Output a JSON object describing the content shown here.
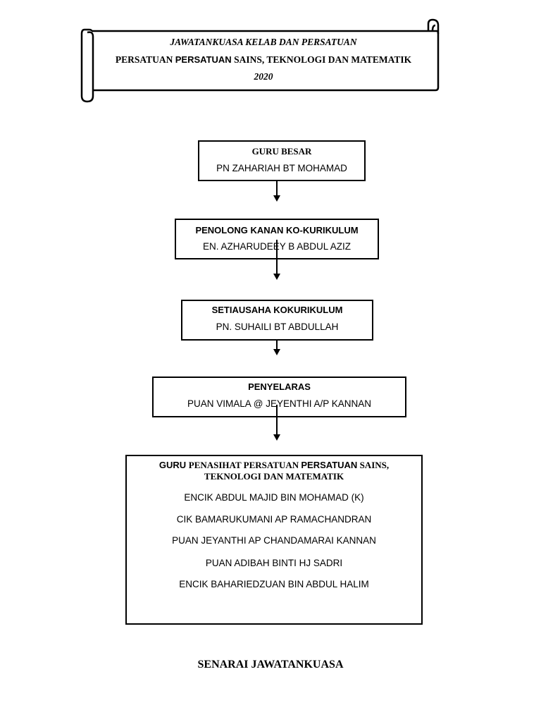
{
  "banner": {
    "line1": "JAWATANKUASA KELAB DAN PERSATUAN",
    "line2_a": "PERSATUAN ",
    "line2_b": "PERSATUAN",
    "line2_c": " SAINS, TEKNOLOGI DAN MATEMATIK",
    "line3": "2020"
  },
  "nodes": {
    "guru_besar": {
      "title": "GURU BESAR",
      "name": "PN ZAHARIAH BT MOHAMAD"
    },
    "penolong_kanan": {
      "title": "PENOLONG KANAN KO-KURIKULUM",
      "name": "EN. AZHARUDEEY B ABDUL AZIZ"
    },
    "setiausaha": {
      "title": "SETIAUSAHA KOKURIKULUM",
      "name": "PN. SUHAILI BT ABDULLAH"
    },
    "penyelaras": {
      "title": "PENYELARAS",
      "name": "PUAN VIMALA @ JEYENTHI A/P KANNAN"
    },
    "guru_penasihat": {
      "title_a": "GURU ",
      "title_b": "PENASIHAT PERSATUAN ",
      "title_c": "PERSATUAN",
      "title_d": " SAINS,",
      "title_line2": "TEKNOLOGI DAN MATEMATIK",
      "members": [
        "ENCIK ABDUL MAJID BIN MOHAMAD (K)",
        "CIK BAMARUKUMANI AP RAMACHANDRAN",
        "PUAN JEYANTHI AP CHANDAMARAI KANNAN",
        "PUAN ADIBAH BINTI HJ SADRI",
        "ENCIK BAHARIEDZUAN BIN ABDUL HALIM"
      ]
    }
  },
  "footer": {
    "caption": "SENARAI JAWATANKUASA"
  }
}
